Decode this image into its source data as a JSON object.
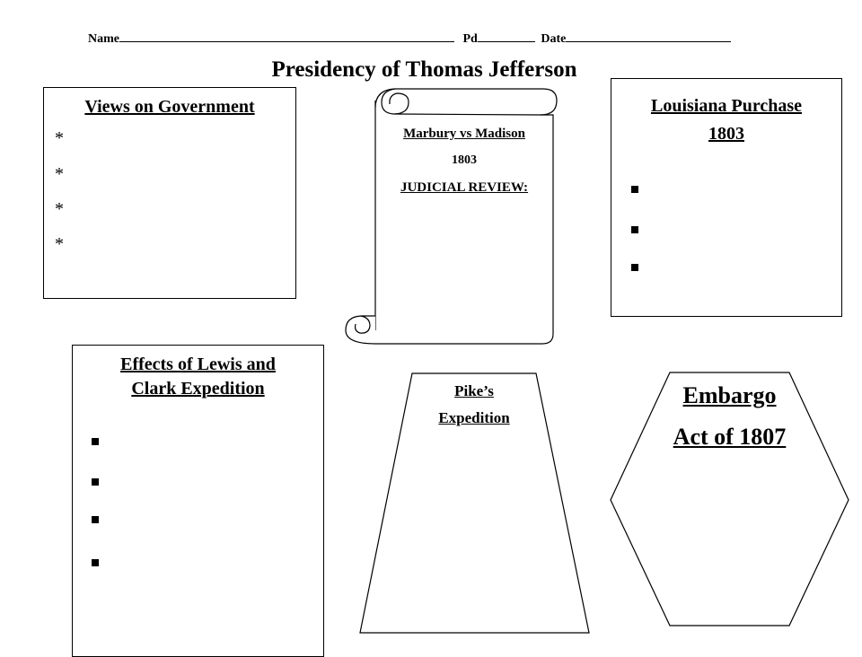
{
  "header": {
    "name_label": "Name",
    "pd_label": "Pd",
    "date_label": "Date"
  },
  "title": "Presidency of Thomas Jefferson",
  "views": {
    "title": "Views on Government",
    "bullets": [
      "*",
      "*",
      "*",
      "*"
    ]
  },
  "scroll": {
    "line1": "Marbury vs Madison",
    "line2": "1803",
    "line3": "JUDICIAL REVIEW:"
  },
  "louisiana": {
    "title": "Louisiana Purchase",
    "year": "1803",
    "bullet_count": 3
  },
  "lewis_clark": {
    "title_line1": "Effects of Lewis and",
    "title_line2": "Clark Expedition",
    "bullet_count": 4
  },
  "pike": {
    "line1": "Pike’s",
    "line2": "Expedition"
  },
  "embargo": {
    "line1": "Embargo",
    "line2": "Act of 1807"
  }
}
